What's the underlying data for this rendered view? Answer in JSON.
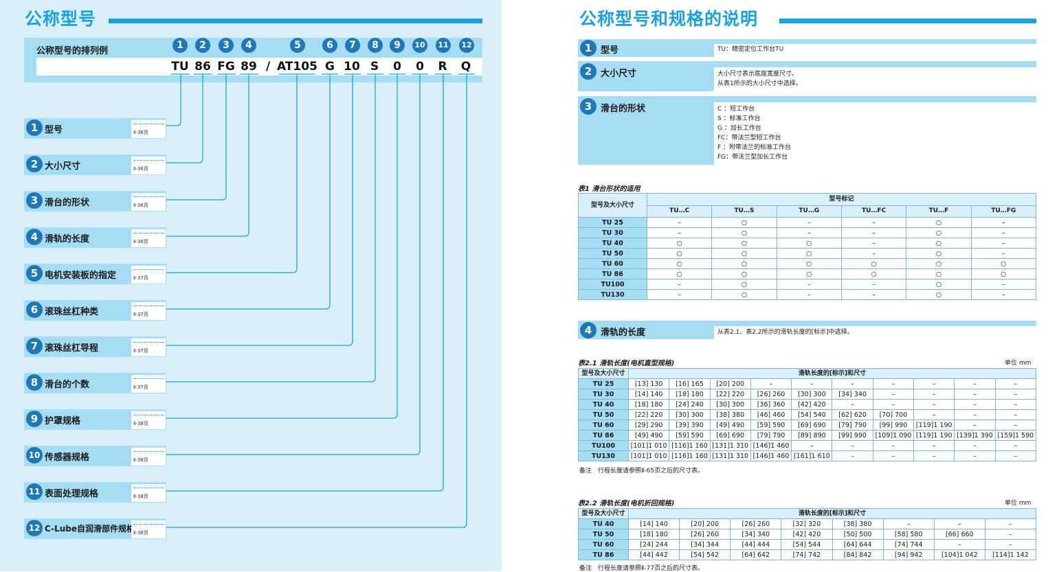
{
  "left": {
    "title": "公称型号",
    "example_label": "公称型号的排列例",
    "numbers": [
      "1",
      "2",
      "3",
      "4",
      "5",
      "6",
      "7",
      "8",
      "9",
      "10",
      "11",
      "12"
    ],
    "codes": [
      "TU",
      "86",
      "FG",
      "89",
      "/",
      "AT105",
      "G",
      "10",
      "S",
      "0",
      "0",
      "R",
      "Q"
    ],
    "items": [
      {
        "num": "1",
        "label": "型号",
        "page": "Ⅱ-36页"
      },
      {
        "num": "2",
        "label": "大小尺寸",
        "page": "Ⅱ-36页"
      },
      {
        "num": "3",
        "label": "滑台的形状",
        "page": "Ⅱ-36页"
      },
      {
        "num": "4",
        "label": "滑轨的长度",
        "page": "Ⅱ-36页"
      },
      {
        "num": "5",
        "label": "电机安装板的指定",
        "page": "Ⅱ-37页"
      },
      {
        "num": "6",
        "label": "滚珠丝杠种类",
        "page": "Ⅱ-37页"
      },
      {
        "num": "7",
        "label": "滚珠丝杠导程",
        "page": "Ⅱ-37页"
      },
      {
        "num": "8",
        "label": "滑台的个数",
        "page": "Ⅱ-37页"
      },
      {
        "num": "9",
        "label": "护罩规格",
        "page": "Ⅱ-38页"
      },
      {
        "num": "10",
        "label": "传感器规格",
        "page": "Ⅱ-38页"
      },
      {
        "num": "11",
        "label": "表面处理规格",
        "page": "Ⅱ-38页"
      },
      {
        "num": "12",
        "label": "C-Lube自润滑部件规格",
        "page": "Ⅱ-38页"
      }
    ]
  },
  "right": {
    "title": "公称型号和规格的说明",
    "desc1": {
      "num": "1",
      "label": "型号",
      "text": "TU：精密定位工作台TU"
    },
    "desc2": {
      "num": "2",
      "label": "大小尺寸",
      "lines": [
        "大小尺寸表示底座宽度尺寸。",
        "从表1所示的大小尺寸中选择。"
      ]
    },
    "desc3": {
      "num": "3",
      "label": "滑台的形状",
      "lines": [
        "C ：短工作台",
        "S ：标准工作台",
        "G ：加长工作台",
        "FC：带法兰型短工作台",
        "F ：附带法兰的标准工作台",
        "FG：带法兰型加长工作台"
      ]
    },
    "table1": {
      "title": "表1 滑台形状的适用",
      "header_model": "型号及大小尺寸",
      "header_group": "型号标记",
      "columns": [
        "TU…C",
        "TU…S",
        "TU…G",
        "TU…FC",
        "TU…F",
        "TU…FG"
      ],
      "rows": [
        {
          "model": "TU  25",
          "cells": [
            "–",
            "○",
            "–",
            "–",
            "○",
            "–"
          ]
        },
        {
          "model": "TU  30",
          "cells": [
            "–",
            "○",
            "–",
            "–",
            "○",
            "–"
          ]
        },
        {
          "model": "TU  40",
          "cells": [
            "○",
            "○",
            "○",
            "–",
            "○",
            "–"
          ]
        },
        {
          "model": "TU  50",
          "cells": [
            "○",
            "○",
            "○",
            "–",
            "○",
            "–"
          ]
        },
        {
          "model": "TU  60",
          "cells": [
            "○",
            "○",
            "○",
            "○",
            "○",
            "○"
          ]
        },
        {
          "model": "TU  86",
          "cells": [
            "○",
            "○",
            "○",
            "○",
            "○",
            "○"
          ]
        },
        {
          "model": "TU100",
          "cells": [
            "–",
            "○",
            "–",
            "–",
            "○",
            "–"
          ]
        },
        {
          "model": "TU130",
          "cells": [
            "–",
            "○",
            "–",
            "–",
            "○",
            "–"
          ]
        }
      ]
    },
    "desc4": {
      "num": "4",
      "label": "滑轨的长度",
      "text": "从表2.1、表2.2所示的滑轨长度的[标示]中选择。"
    },
    "table21": {
      "title": "表2.1 滑轨长度(电机直型规格)",
      "unit": "单位 mm",
      "header_model": "型号及大小尺寸",
      "header_group": "滑轨长度的[标示]和尺寸",
      "rows": [
        {
          "model": "TU  25",
          "cells": [
            "[13]   130",
            "[16]   165",
            "[20]   200",
            "–",
            "–",
            "–",
            "–",
            "–",
            "–",
            "–"
          ]
        },
        {
          "model": "TU  30",
          "cells": [
            "[14]   140",
            "[18]   180",
            "[22]   220",
            "[26]   260",
            "[30]   300",
            "[34]   340",
            "–",
            "–",
            "–",
            "–"
          ]
        },
        {
          "model": "TU  40",
          "cells": [
            "[18]   180",
            "[24]   240",
            "[30]   300",
            "[36]   360",
            "[42]   420",
            "–",
            "–",
            "–",
            "–",
            "–"
          ]
        },
        {
          "model": "TU  50",
          "cells": [
            "[22]   220",
            "[30]   300",
            "[38]   380",
            "[46]   460",
            "[54]   540",
            "[62]   620",
            "[70]   700",
            "–",
            "–",
            "–"
          ]
        },
        {
          "model": "TU  60",
          "cells": [
            "[29]   290",
            "[39]   390",
            "[49]   490",
            "[59]   590",
            "[69]   690",
            "[79]   790",
            "[99]   990",
            "[119]1 190",
            "–",
            "–"
          ]
        },
        {
          "model": "TU  86",
          "cells": [
            "[49]   490",
            "[59]   590",
            "[69]   690",
            "[79]   790",
            "[89]   890",
            "[99]   990",
            "[109]1 090",
            "[119]1 190",
            "[139]1 390",
            "[159]1 590"
          ]
        },
        {
          "model": "TU100",
          "cells": [
            "[101]1 010",
            "[116]1 160",
            "[131]1 310",
            "[146]1 460",
            "–",
            "–",
            "–",
            "–",
            "–",
            "–"
          ]
        },
        {
          "model": "TU130",
          "cells": [
            "[101]1 010",
            "[116]1 160",
            "[131]1 310",
            "[146]1 460",
            "[161]1 610",
            "–",
            "–",
            "–",
            "–",
            "–"
          ]
        }
      ],
      "note": "备注　行程长度请参照Ⅱ-65页之后的尺寸表。"
    },
    "table22": {
      "title": "表2.2 滑轨长度(电机折回规格)",
      "unit": "单位 mm",
      "header_model": "型号及大小尺寸",
      "header_group": "滑轨长度的[标示]和尺寸",
      "rows": [
        {
          "model": "TU  40",
          "cells": [
            "[14]   140",
            "[20]   200",
            "[26]   260",
            "[32]   320",
            "[38]   380",
            "–",
            "–",
            "–"
          ]
        },
        {
          "model": "TU  50",
          "cells": [
            "[18]   180",
            "[26]   260",
            "[34]   340",
            "[42]   420",
            "[50]   500",
            "[58]   580",
            "[66]   660",
            "–"
          ]
        },
        {
          "model": "TU  60",
          "cells": [
            "[24]   244",
            "[34]   344",
            "[44]   444",
            "[54]   544",
            "[64]   644",
            "[74]   744",
            "–",
            "–"
          ]
        },
        {
          "model": "TU  86",
          "cells": [
            "[44]   442",
            "[54]   542",
            "[64]   642",
            "[74]   742",
            "[84]   842",
            "[94]   942",
            "[104]1 042",
            "[114]1 142"
          ]
        }
      ],
      "note": "备注　行程长度请参照Ⅱ-77页之后的尺寸表。"
    }
  }
}
